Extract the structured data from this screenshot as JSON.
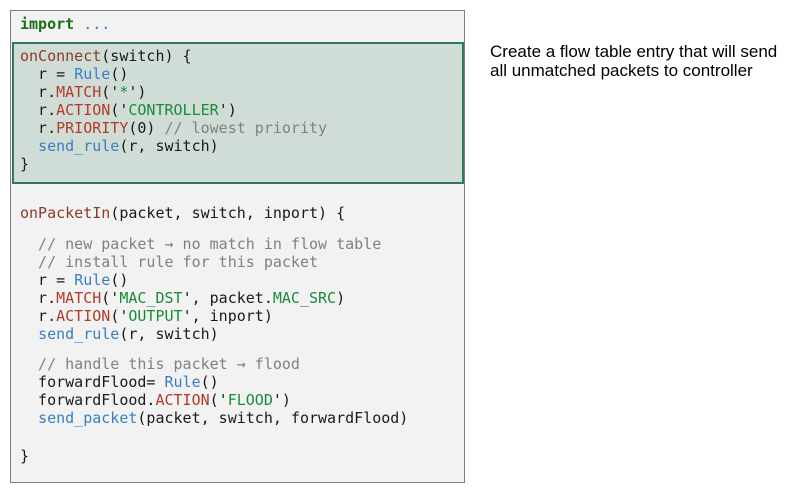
{
  "import_line": {
    "keyword": "import",
    "rest": " ..."
  },
  "connect": {
    "sig_name": "onConnect",
    "sig_args": "(switch) {",
    "l1_pre": "  r = ",
    "l1_call": "Rule",
    "l1_post": "()",
    "l2_pre": "  r.",
    "l2_call": "MATCH",
    "l2_open": "('",
    "l2_str": "*",
    "l2_close": "')",
    "l3_pre": "  r.",
    "l3_call": "ACTION",
    "l3_open": "('",
    "l3_str": "CONTROLLER",
    "l3_close": "')",
    "l4_pre": "  r.",
    "l4_call": "PRIORITY",
    "l4_args": "(0) ",
    "l4_comment": "// lowest priority",
    "l5_pre": "  ",
    "l5_call": "send_rule",
    "l5_args": "(r, switch)",
    "close": "}"
  },
  "packet_in": {
    "sig_name": "onPacketIn",
    "sig_args": "(packet, switch, inport) {",
    "c1": "  // new packet → no match in flow table",
    "c2": "  // install rule for this packet",
    "r1_pre": "  r = ",
    "r1_call": "Rule",
    "r1_post": "()",
    "r2_pre": "  r.",
    "r2_call": "MATCH",
    "r2_open": "('",
    "r2_str": "MAC_DST",
    "r2_mid": "', packet.",
    "r2_attr": "MAC_SRC",
    "r2_close": ")",
    "r3_pre": "  r.",
    "r3_call": "ACTION",
    "r3_open": "('",
    "r3_str": "OUTPUT",
    "r3_close": "', inport)",
    "r4_pre": "  ",
    "r4_call": "send_rule",
    "r4_args": "(r, switch)",
    "c3": "  // handle this packet → flood",
    "f1_pre": "  forwardFlood= ",
    "f1_call": "Rule",
    "f1_post": "()",
    "f2_pre": "  forwardFlood.",
    "f2_call": "ACTION",
    "f2_open": "('",
    "f2_str": "FLOOD",
    "f2_close": "')",
    "f3_pre": "  ",
    "f3_call": "send_packet",
    "f3_args": "(packet, switch, forwardFlood)",
    "close": "}"
  },
  "caption": "Create a flow table entry that will send all unmatched packets to controller",
  "colors": {
    "highlight_bg": "#d0ddd6",
    "highlight_border": "#2e7a5a",
    "panel_bg": "#f2f2f2"
  }
}
